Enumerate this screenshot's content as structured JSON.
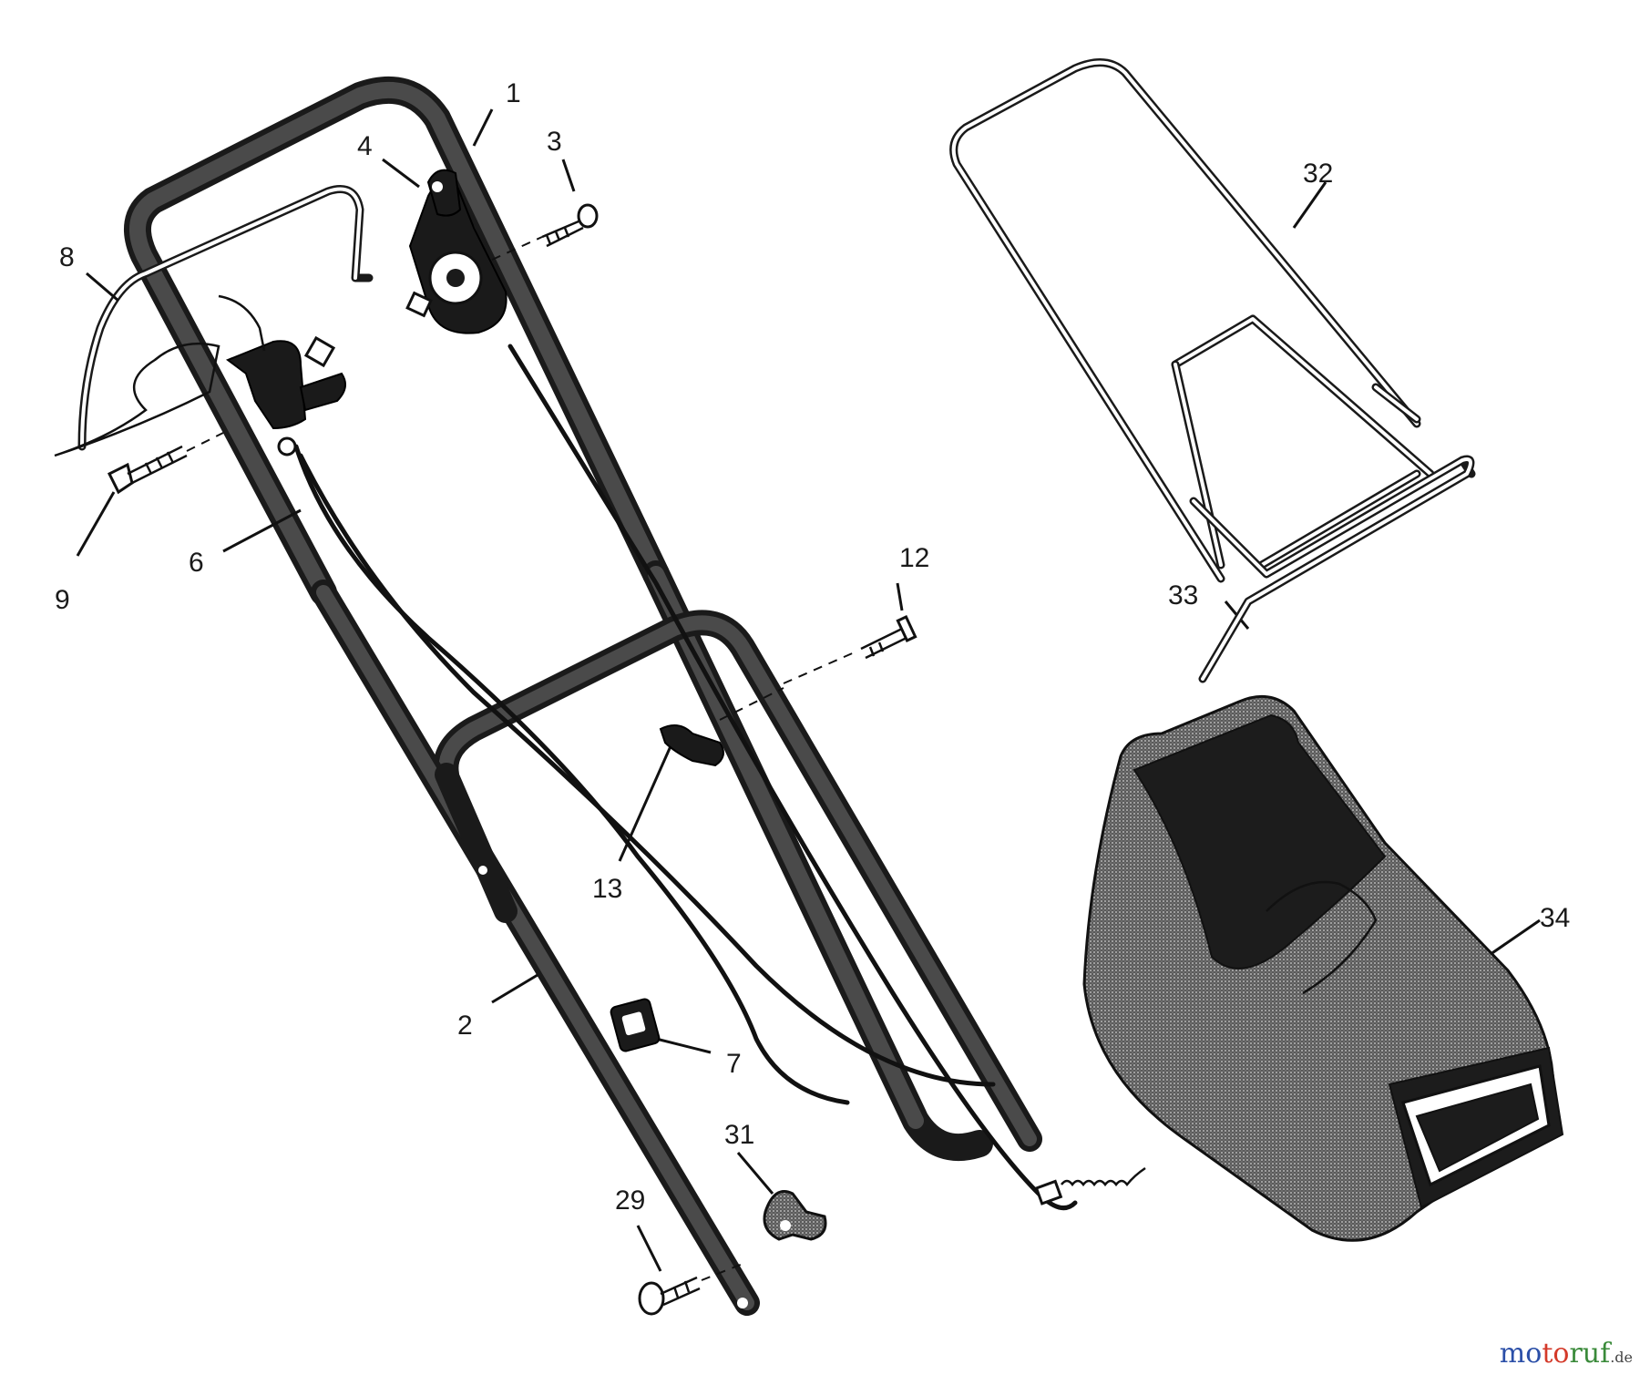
{
  "callouts": [
    {
      "id": "c1",
      "label": "1"
    },
    {
      "id": "c2",
      "label": "2"
    },
    {
      "id": "c3",
      "label": "3"
    },
    {
      "id": "c4",
      "label": "4"
    },
    {
      "id": "c6",
      "label": "6"
    },
    {
      "id": "c7",
      "label": "7"
    },
    {
      "id": "c8",
      "label": "8"
    },
    {
      "id": "c9",
      "label": "9"
    },
    {
      "id": "c12",
      "label": "12"
    },
    {
      "id": "c13",
      "label": "13"
    },
    {
      "id": "c29",
      "label": "29"
    },
    {
      "id": "c31",
      "label": "31"
    },
    {
      "id": "c32",
      "label": "32"
    },
    {
      "id": "c33",
      "label": "33"
    },
    {
      "id": "c34",
      "label": "34"
    }
  ],
  "watermark": {
    "brand_a": "mo",
    "brand_b": "to",
    "brand_c": "ruf",
    "tld": ".de"
  }
}
